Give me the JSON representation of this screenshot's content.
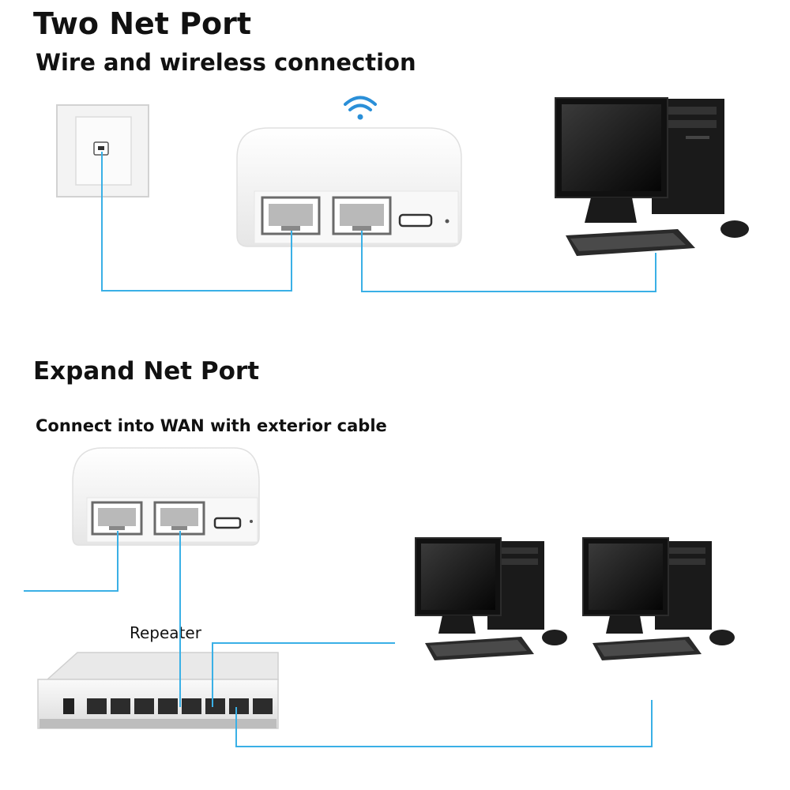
{
  "section_top": {
    "title": "Two Net Port",
    "subtitle": "Wire and wireless connection"
  },
  "section_bottom": {
    "title": "Expand Net Port",
    "subtitle": "Connect into WAN with exterior cable",
    "switch_label": "Repeater"
  },
  "icons": [
    "wall-socket-icon",
    "wifi-icon",
    "router-icon",
    "desktop-computer-icon",
    "network-switch-icon"
  ],
  "colors": {
    "cable": "#3ab0e6",
    "wifi": "#2a8fd8",
    "monitor": "#111111",
    "router": "#f4f4f4"
  }
}
